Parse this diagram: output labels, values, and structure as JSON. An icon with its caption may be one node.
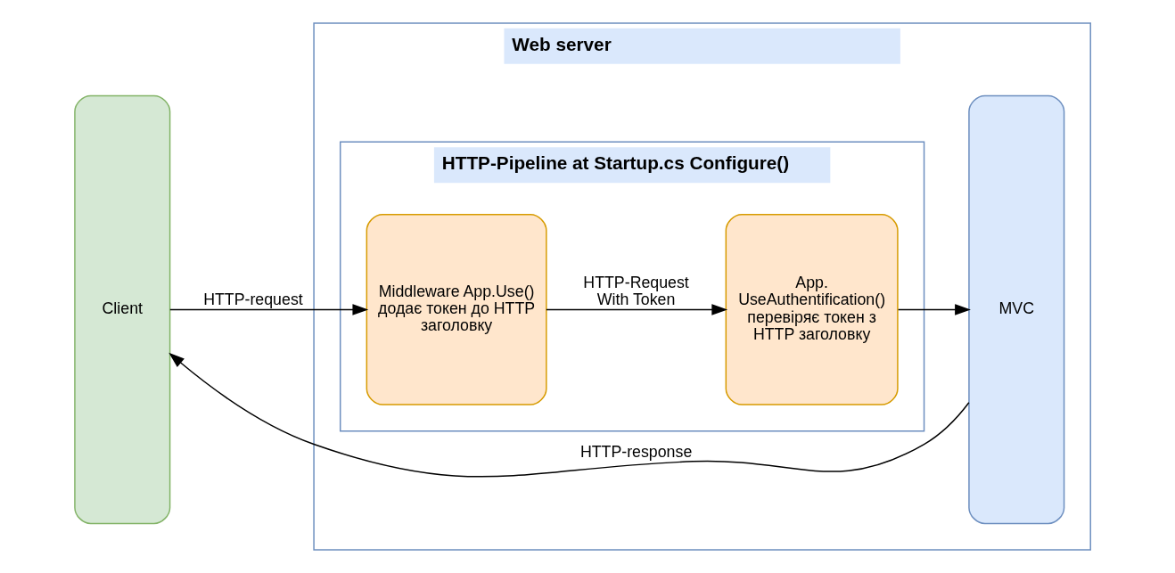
{
  "diagram": {
    "nodes": [
      {
        "text": [
          "Client"
        ]
      },
      {
        "text": [
          "Web server"
        ]
      },
      {
        "text": [
          "HTTP-Pipeline at Startup.cs Configure()"
        ],
        "in": 1
      },
      {
        "text": [
          "Middleware App.Use() додає токен до HTTP заголовку"
        ],
        "in": 2
      },
      {
        "text": [
          "App. UseAuthentification() перевіряє токен з HTTP заголовку"
        ],
        "in": 2
      },
      {
        "text": [
          "MVC"
        ],
        "in": 1
      }
    ],
    "edges": [
      {
        "from": 0,
        "to": 3,
        "arrow": "to",
        "label": "HTTP-request"
      },
      {
        "from": 3,
        "to": 4,
        "arrow": "to",
        "label": "HTTP-Request With Token"
      },
      {
        "from": 4,
        "to": 5,
        "arrow": "to"
      },
      {
        "from": 5,
        "to": 0,
        "arrow": "to",
        "label": "HTTP-response"
      }
    ]
  }
}
